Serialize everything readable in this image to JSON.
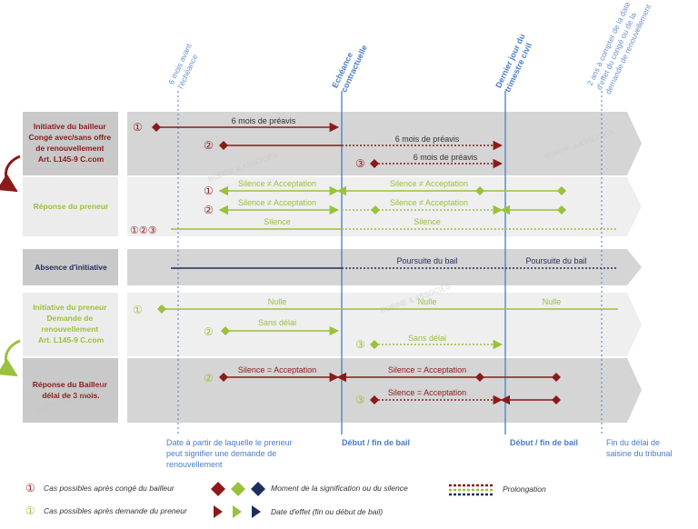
{
  "colors": {
    "red": "#8b1a1a",
    "green": "#9ac13c",
    "navy": "#1f2d5a",
    "blue": "#4a7bc8",
    "band_dark": "#d5d5d5",
    "band_light": "#efefef",
    "label_dark": "#c9c9c9",
    "label_light": "#ececec"
  },
  "top_labels": {
    "six_months": [
      "6 mois avant",
      "l'échéance"
    ],
    "echeance": [
      "Echéance",
      "contractuelle"
    ],
    "dernier_jour": [
      "Dernier jour du",
      "trimestre civil"
    ],
    "deux_ans": [
      "2 ans à compter de la date",
      "d'effet du congé ou de la",
      "demande de renouvellement"
    ]
  },
  "rows": {
    "bailleur": [
      "Initiative du bailleur",
      "Congé avec/sans offre",
      "de renouvellement",
      "Art. L145-9 C.com"
    ],
    "preneur_reponse": "Réponse du preneur",
    "absence": "Absence d'initiative",
    "preneur_init": [
      "Initiative du preneur",
      "Demande de",
      "renouvellement",
      "Art. L145-9 C.com"
    ],
    "bailleur_reponse": [
      "Réponse du Bailleur",
      "délai de 3 mois."
    ]
  },
  "line_labels": {
    "preavis": "6 mois de préavis",
    "silence_neq": "Silence ≠ Acceptation",
    "silence": "Silence",
    "poursuite": "Poursuite du bail",
    "nulle": "Nulle",
    "sans_delai": "Sans délai",
    "silence_eq": "Silence = Acceptation"
  },
  "markers": {
    "one": "①",
    "two": "②",
    "three": "③",
    "one_two_three": "①②③"
  },
  "watermark": "ROBINE & ASSOCIÉS",
  "bottom_labels": {
    "date_partir": [
      "Date à partir de laquelle le preneur",
      "peut signifier une demande de",
      "renouvellement"
    ],
    "debut_fin_1": "Début / fin de bail",
    "debut_fin_2": "Début / fin de bail",
    "fin_delai": [
      "Fin du délai de",
      "saisine du tribunal"
    ]
  },
  "legend": {
    "cas_bailleur": "Cas possibles après congé du bailleur",
    "cas_preneur": "Cas possibles après demande du preneur",
    "moment": "Moment de la signification ou du silence",
    "prolongation": "Prolongation",
    "date_effet": "Date d'effet (fin ou début de bail)"
  }
}
